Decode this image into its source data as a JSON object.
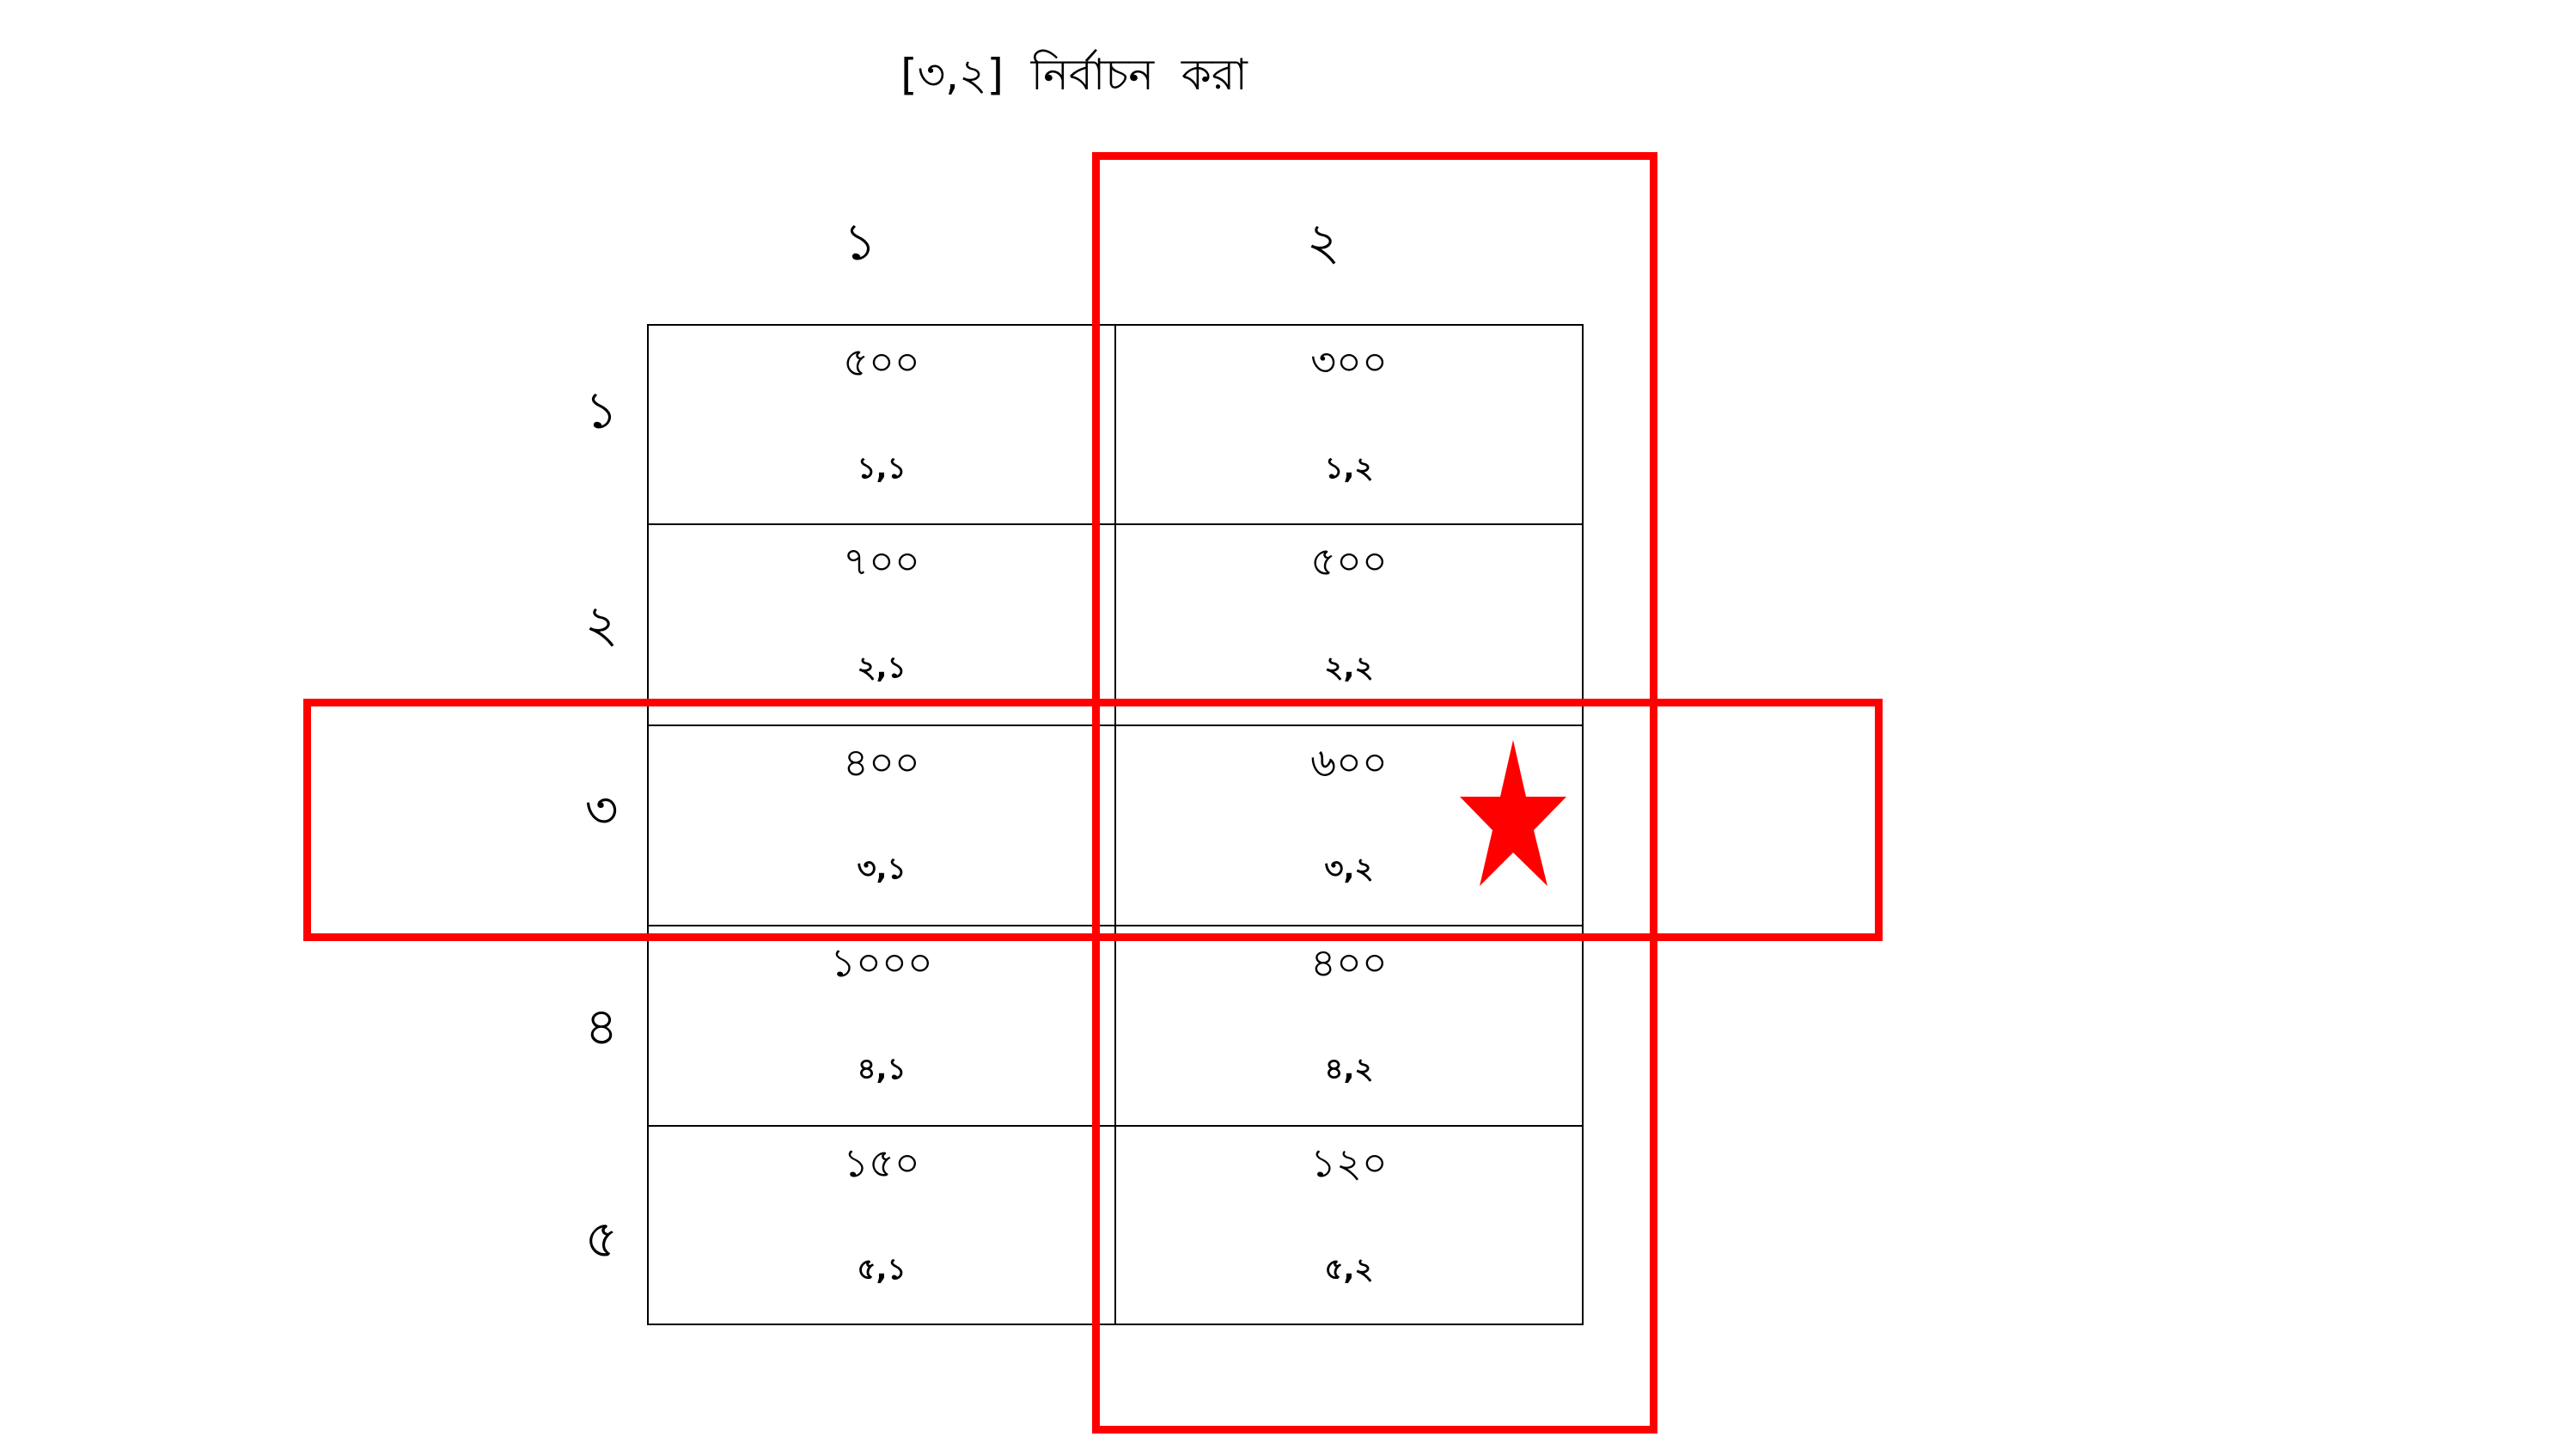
{
  "title": "[৩,২]  নির্বাচন  করা",
  "column_headers": [
    "১",
    "২"
  ],
  "row_headers": [
    "১",
    "২",
    "৩",
    "৪",
    "৫"
  ],
  "grid": {
    "rows": [
      [
        {
          "value": "৫০০",
          "index": "১,১"
        },
        {
          "value": "৩০০",
          "index": "১,২"
        }
      ],
      [
        {
          "value": "৭০০",
          "index": "২,১"
        },
        {
          "value": "৫০০",
          "index": "২,২"
        }
      ],
      [
        {
          "value": "৪০০",
          "index": "৩,১"
        },
        {
          "value": "৬০০",
          "index": "৩,২"
        }
      ],
      [
        {
          "value": "১০০০",
          "index": "৪,১"
        },
        {
          "value": "৪০০",
          "index": "৪,২"
        }
      ],
      [
        {
          "value": "১৫০",
          "index": "৫,১"
        },
        {
          "value": "১২০",
          "index": "৫,২"
        }
      ]
    ]
  },
  "selection": {
    "row": "৩",
    "column": "২",
    "cell_value": "৬০০",
    "marker_icon": "star-icon",
    "highlight_color": "#ff0000"
  }
}
